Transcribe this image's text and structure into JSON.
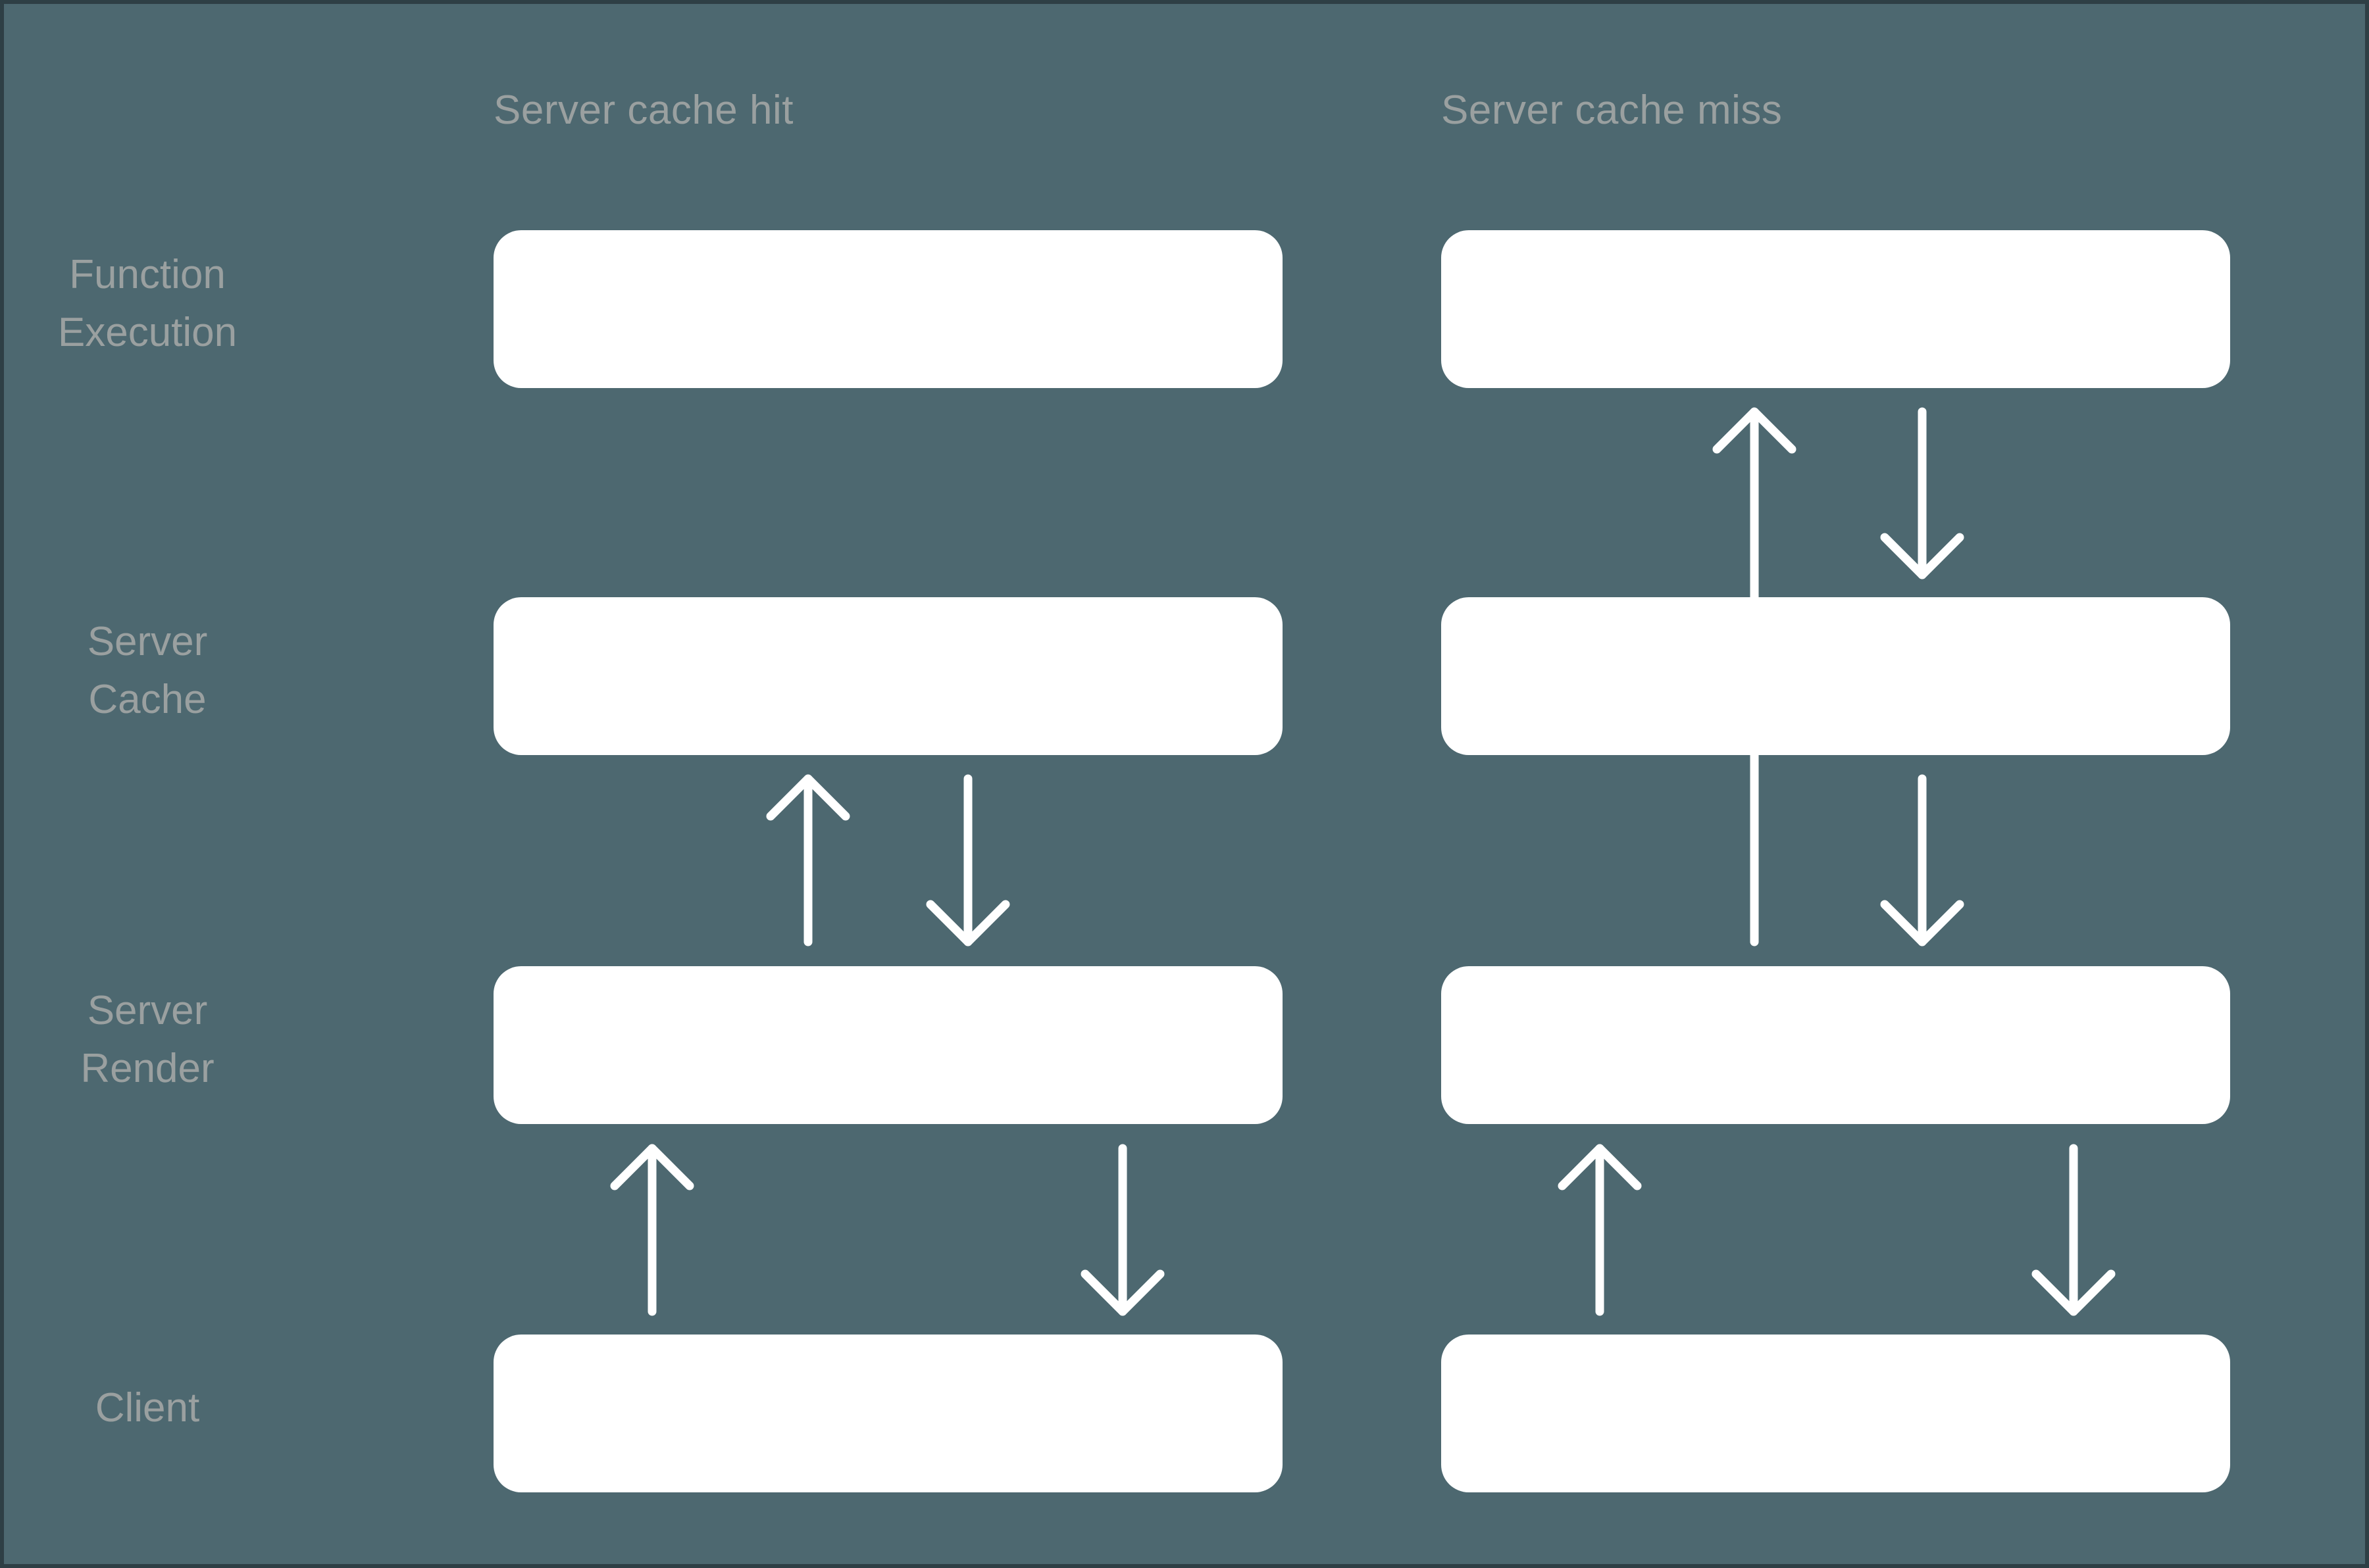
{
  "diagram": {
    "title_row_labels": [
      "Function\nExecution",
      "Server\nCache",
      "Server\nRender",
      "Client"
    ],
    "column_headers": [
      "Server cache hit",
      "Server cache miss"
    ],
    "colors": {
      "background": "#4d6870",
      "node_fill": "#ffffff",
      "text": "#9aa0a0",
      "arrow": "#ffffff",
      "frame": "#2e3f45"
    },
    "rows": [
      {
        "id": "function-execution",
        "label": "Function\nExecution"
      },
      {
        "id": "server-cache",
        "label": "Server\nCache"
      },
      {
        "id": "server-render",
        "label": "Server\nRender"
      },
      {
        "id": "client",
        "label": "Client"
      }
    ],
    "columns": [
      {
        "id": "server-cache-hit",
        "header": "Server cache hit"
      },
      {
        "id": "server-cache-miss",
        "header": "Server cache miss"
      }
    ],
    "nodes": [
      {
        "column": "server-cache-hit",
        "row": "function-execution",
        "label": ""
      },
      {
        "column": "server-cache-hit",
        "row": "server-cache",
        "label": ""
      },
      {
        "column": "server-cache-hit",
        "row": "server-render",
        "label": ""
      },
      {
        "column": "server-cache-hit",
        "row": "client",
        "label": ""
      },
      {
        "column": "server-cache-miss",
        "row": "function-execution",
        "label": ""
      },
      {
        "column": "server-cache-miss",
        "row": "server-cache",
        "label": ""
      },
      {
        "column": "server-cache-miss",
        "row": "server-render",
        "label": ""
      },
      {
        "column": "server-cache-miss",
        "row": "client",
        "label": ""
      }
    ],
    "arrows": [
      {
        "column": "server-cache-hit",
        "from": "server-render",
        "to": "server-cache",
        "direction": "up",
        "label": ""
      },
      {
        "column": "server-cache-hit",
        "from": "server-cache",
        "to": "server-render",
        "direction": "down",
        "label": ""
      },
      {
        "column": "server-cache-hit",
        "from": "client",
        "to": "server-render",
        "direction": "up",
        "label": ""
      },
      {
        "column": "server-cache-hit",
        "from": "server-render",
        "to": "client",
        "direction": "down",
        "label": ""
      },
      {
        "column": "server-cache-miss",
        "from": "server-render",
        "to": "function-execution",
        "direction": "up",
        "label": ""
      },
      {
        "column": "server-cache-miss",
        "from": "function-execution",
        "to": "server-cache",
        "direction": "down",
        "label": ""
      },
      {
        "column": "server-cache-miss",
        "from": "server-cache",
        "to": "server-render",
        "direction": "down",
        "label": ""
      },
      {
        "column": "server-cache-miss",
        "from": "client",
        "to": "server-render",
        "direction": "up",
        "label": ""
      },
      {
        "column": "server-cache-miss",
        "from": "server-render",
        "to": "client",
        "direction": "down",
        "label": ""
      }
    ]
  }
}
